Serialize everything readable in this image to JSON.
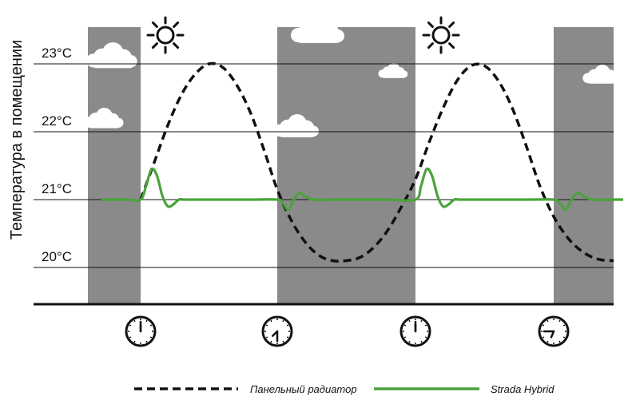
{
  "chart_data": {
    "type": "line",
    "ylabel": "Температура в помещении",
    "xlabel": "",
    "title": "",
    "ylim": [
      19.4,
      23.3
    ],
    "y_ticks": [
      {
        "value": 20,
        "label": "20°C"
      },
      {
        "value": 21,
        "label": "21°C"
      },
      {
        "value": 22,
        "label": "22°C"
      },
      {
        "value": 23,
        "label": "23°C"
      }
    ],
    "x_range": [
      0,
      24
    ],
    "night_periods": [
      [
        0,
        2
      ],
      [
        7,
        12
      ],
      [
        17,
        19
      ]
    ],
    "clock_times": [
      {
        "x": 2,
        "hour": 12,
        "minute": 0
      },
      {
        "x": 7,
        "hour": 7,
        "minute": 30
      },
      {
        "x": 12,
        "hour": 12,
        "minute": 0
      },
      {
        "x": 17,
        "hour": 6,
        "minute": 45
      }
    ],
    "series": [
      {
        "name": "Панельный радиатор",
        "style": "dashed",
        "color": "#111111",
        "x": [
          2,
          2.5,
          3,
          3.5,
          4,
          4.5,
          5,
          5.5,
          6,
          6.5,
          7,
          7.5,
          8,
          8.5,
          9,
          9.5,
          10,
          10.5,
          11,
          11.5,
          12,
          12.5,
          13,
          13.5,
          14,
          14.5,
          15,
          15.5,
          16,
          16.5,
          17,
          17.5,
          18,
          18.5,
          19
        ],
        "values": [
          21.0,
          21.55,
          22.1,
          22.55,
          22.85,
          23.0,
          22.95,
          22.7,
          22.3,
          21.75,
          21.15,
          20.7,
          20.38,
          20.18,
          20.1,
          20.1,
          20.15,
          20.3,
          20.55,
          20.9,
          21.3,
          21.85,
          22.35,
          22.75,
          22.97,
          22.97,
          22.75,
          22.35,
          21.8,
          21.2,
          20.75,
          20.42,
          20.22,
          20.12,
          20.1
        ]
      },
      {
        "name": "Strada Hybrid",
        "style": "solid",
        "color": "#4aa33b",
        "x": [
          0.5,
          1,
          1.5,
          2,
          2.2,
          2.4,
          2.6,
          2.8,
          3.0,
          3.2,
          3.4,
          3.6,
          4,
          5,
          6,
          7,
          7.2,
          7.4,
          7.6,
          7.8,
          8.0,
          8.3,
          9,
          10,
          11,
          12,
          12.2,
          12.4,
          12.6,
          12.8,
          13.0,
          13.2,
          13.4,
          13.6,
          14,
          15,
          16,
          17,
          17.2,
          17.4,
          17.6,
          17.8,
          18.0,
          18.3,
          19,
          20
        ],
        "values": [
          21.0,
          21.0,
          21.0,
          21.0,
          21.2,
          21.45,
          21.35,
          21.05,
          20.9,
          20.93,
          21.0,
          21.0,
          21.0,
          21.0,
          21.0,
          21.0,
          20.95,
          20.85,
          21.0,
          21.1,
          21.05,
          21.0,
          21.0,
          21.0,
          21.0,
          21.0,
          21.2,
          21.45,
          21.35,
          21.05,
          20.9,
          20.93,
          21.0,
          21.0,
          21.0,
          21.0,
          21.0,
          21.0,
          20.95,
          20.85,
          21.0,
          21.1,
          21.05,
          21.0,
          21.0,
          21.0
        ]
      }
    ],
    "legend": {
      "placement": "bottom",
      "entries": [
        {
          "label": "Панельный радиатор",
          "style": "dashed",
          "color": "#111111"
        },
        {
          "label": "Strada Hybrid",
          "style": "solid",
          "color": "#4aa33b"
        }
      ]
    },
    "grid": true
  },
  "colors": {
    "night_band": "#8a8a8a",
    "cloud": "#ffffff",
    "gridline": "#111111",
    "axis": "#111111"
  },
  "icons": [
    "sun-icon",
    "cloud-icon",
    "clock-icon"
  ]
}
